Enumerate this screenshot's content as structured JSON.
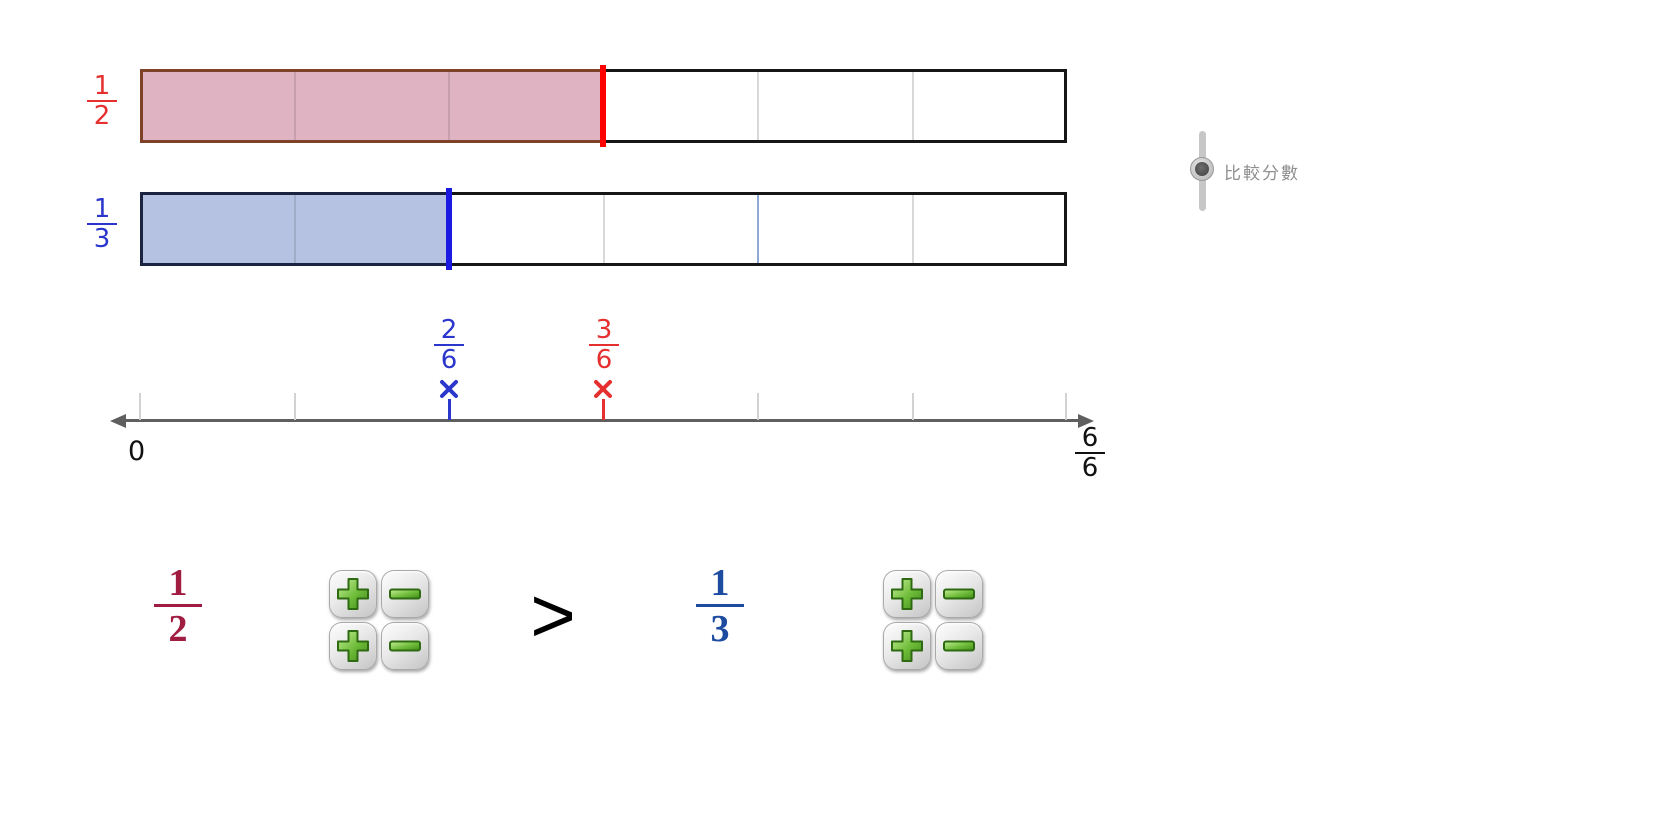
{
  "bars": [
    {
      "name": "red-half-bar",
      "label": {
        "num": "1",
        "den": "2"
      },
      "filled_parts": 3,
      "total_parts": 6,
      "fill_color": "#e0b3c2",
      "border_color": "#7d4228",
      "marker_color": "#ff0000"
    },
    {
      "name": "blue-third-bar",
      "label": {
        "num": "1",
        "den": "3"
      },
      "filled_parts": 2,
      "total_parts": 6,
      "fill_color": "#b5c2e1",
      "border_color": "#1a2440",
      "marker_color": "#1a1ae0"
    }
  ],
  "number_line": {
    "start_label": "0",
    "end_label": {
      "num": "6",
      "den": "6"
    },
    "blue_point": {
      "num": "2",
      "den": "6",
      "color": "#2b36cc"
    },
    "red_point": {
      "num": "3",
      "den": "6",
      "color": "#e63030"
    }
  },
  "comparison": {
    "left": {
      "num": "1",
      "den": "2",
      "color": "#a11c41"
    },
    "operator": ">",
    "right": {
      "num": "1",
      "den": "3",
      "color": "#1c4ba0"
    }
  },
  "buttons": {
    "plus_glyph": "plus",
    "minus_glyph": "minus",
    "green": "#6fbc3a"
  },
  "slider": {
    "label": "比較分數"
  },
  "chart_data": {
    "type": "bar",
    "title": "",
    "categories": [
      "1/2",
      "1/3"
    ],
    "series": [
      {
        "name": "1/2",
        "value": 0.5,
        "sixths": 3,
        "color": "#e0b3c2"
      },
      {
        "name": "1/3",
        "value": 0.333,
        "sixths": 2,
        "color": "#b5c2e1"
      }
    ],
    "number_line": {
      "min": 0,
      "max": 1,
      "tick_step_sixths": 1,
      "points": [
        {
          "label": "2/6",
          "x": 0.333,
          "color": "#2b36cc"
        },
        {
          "label": "3/6",
          "x": 0.5,
          "color": "#e63030"
        }
      ]
    }
  }
}
